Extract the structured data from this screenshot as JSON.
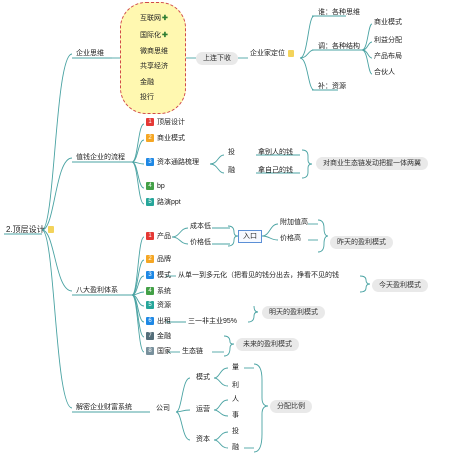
{
  "root": {
    "label": "2.顶层设计"
  },
  "enterprise_thinking": {
    "label": "企业思维",
    "cloud_items": [
      {
        "label": "互联网",
        "plus": "✚"
      },
      {
        "label": "国际化",
        "plus": "✚"
      },
      {
        "label": "微商思维",
        "plus": ""
      },
      {
        "label": "共享经济",
        "plus": ""
      },
      {
        "label": "金融",
        "plus": ""
      },
      {
        "label": "投行",
        "plus": ""
      }
    ],
    "updown_pill": "上连下收",
    "positioning": "企业家定位",
    "who": "谁：各种思维",
    "structure": "调：各种结构",
    "structure_items": [
      "商业模式",
      "利益分配",
      "产品布局",
      "合伙人"
    ],
    "resources": "补：资源"
  },
  "value_flow": {
    "label": "值钱企业的流程",
    "steps": [
      {
        "num": "1",
        "label": "顶层设计"
      },
      {
        "num": "2",
        "label": "商业模式"
      },
      {
        "num": "3",
        "label": "资本通路梳理"
      },
      {
        "num": "4",
        "label": "bp"
      },
      {
        "num": "5",
        "label": "路演ppt"
      }
    ],
    "invest": "投",
    "invest_desc": "拿别人的钱",
    "finance": "融",
    "finance_desc": "拿自己的钱",
    "pill": "对商业生态链发动把握一体两翼"
  },
  "profit_systems": {
    "label": "八大盈利体系",
    "items": [
      {
        "num": "1",
        "label": "产品"
      },
      {
        "num": "2",
        "label": "品牌"
      },
      {
        "num": "3",
        "label": "模式"
      },
      {
        "num": "4",
        "label": "系统"
      },
      {
        "num": "5",
        "label": "资源"
      },
      {
        "num": "6",
        "label": "出租"
      },
      {
        "num": "7",
        "label": "金融"
      },
      {
        "num": "8",
        "label": "国家"
      }
    ],
    "cost_low": "成本低",
    "price_low": "价格低",
    "entry": "入口",
    "add_high": "附加值高",
    "price_high": "价格高",
    "yesterday_pill": "昨天的盈利模式",
    "model_desc": "从单一到多元化（把看见的钱分出去，挣看不见的钱",
    "today_pill": "今天盈利模式",
    "rent_desc": "三一非主业95%",
    "tomorrow_pill": "明天的盈利模式",
    "eco": "生态链",
    "future_pill": "未来的盈利模式"
  },
  "wealth_system": {
    "label": "解密企业财富系统",
    "company": "公司",
    "model": "模式",
    "model_items": [
      "量",
      "利"
    ],
    "operation": "运营",
    "operation_items": [
      "人",
      "事"
    ],
    "capital": "资本",
    "capital_items": [
      "投",
      "融"
    ],
    "pill": "分配比例"
  },
  "colors": {
    "line": "#4aa3a3",
    "cloud_fill": "#fff8b0",
    "cloud_border": "#d04a4a",
    "box_border": "#5b8fd6"
  }
}
